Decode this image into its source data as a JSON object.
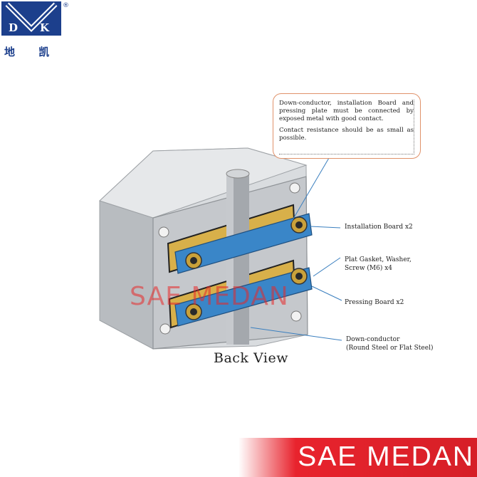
{
  "logo": {
    "letters": [
      "D",
      "K"
    ],
    "registered": "®",
    "chinese_name": "地 凯",
    "color": "#1c3f8c"
  },
  "note": {
    "line1": "Down-conductor, installation Board and pressing plate must be connected by exposed metal with good contact.",
    "line2": "Contact resistance should be as small as possible.",
    "border_color": "#e0926a"
  },
  "labels": {
    "installation_board": "Installation Board x2",
    "gasket_line1": "Plat Gasket, Washer,",
    "gasket_line2": "Screw (M6) x4",
    "pressing_board": "Pressing Board x2",
    "down_conductor_line1": "Down-conductor",
    "down_conductor_line2": "(Round Steel or Flat Steel)"
  },
  "caption": "Back View",
  "watermark": "SAE MEDAN",
  "brand": {
    "text": "SAE MEDAN",
    "color": "#e8232d"
  },
  "colors": {
    "box_body": "#c9ccd0",
    "gold_board": "#d8b04a",
    "blue_plate": "#3a86c8",
    "rod": "#9a9ea3",
    "leader": "#3a7fbf"
  }
}
